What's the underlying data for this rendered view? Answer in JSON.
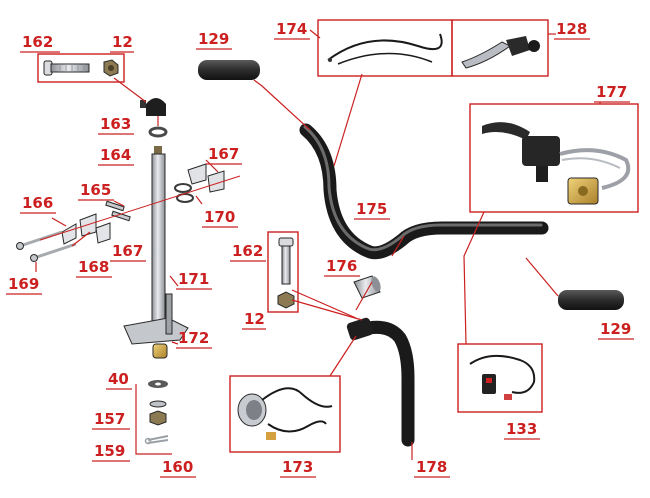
{
  "diagram_title": "",
  "colors": {
    "label": "#cc2020",
    "part_metal": "#b9bcc2",
    "part_dark": "#222222",
    "brass": "#c9a040"
  },
  "labels": {
    "l162a": "162",
    "l12a": "12",
    "l163": "163",
    "l164": "164",
    "l165": "165",
    "l166": "166",
    "l167a": "167",
    "l167b": "167",
    "l168": "168",
    "l169": "169",
    "l170": "170",
    "l171": "171",
    "l172": "172",
    "l40": "40",
    "l157": "157",
    "l159": "159",
    "l160": "160",
    "l129a": "129",
    "l174": "174",
    "l128": "128",
    "l177": "177",
    "l175": "175",
    "l162b": "162",
    "l176": "176",
    "l12b": "12",
    "l129b": "129",
    "l133": "133",
    "l173": "173",
    "l178": "178"
  }
}
